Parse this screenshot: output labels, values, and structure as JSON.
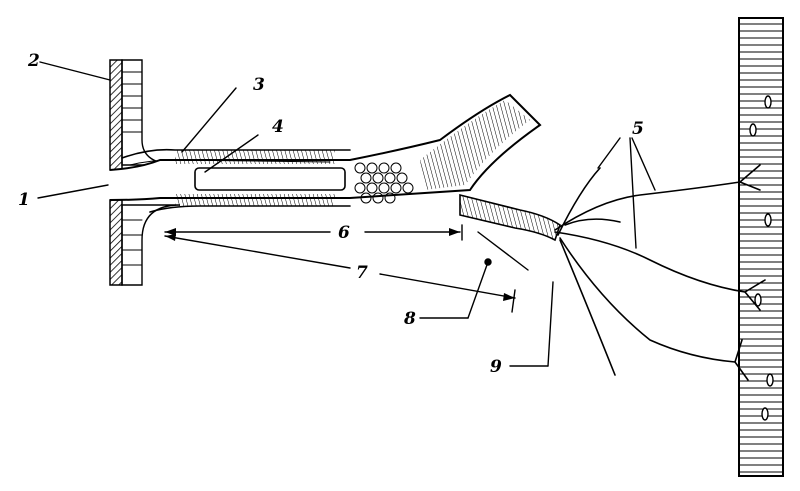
{
  "labels": {
    "l1": "1",
    "l2": "2",
    "l3": "3",
    "l4": "4",
    "l5": "5",
    "l6": "6",
    "l7": "7",
    "l8": "8",
    "l9": "9"
  },
  "colors": {
    "ink": "#000000",
    "background": "#ffffff"
  }
}
